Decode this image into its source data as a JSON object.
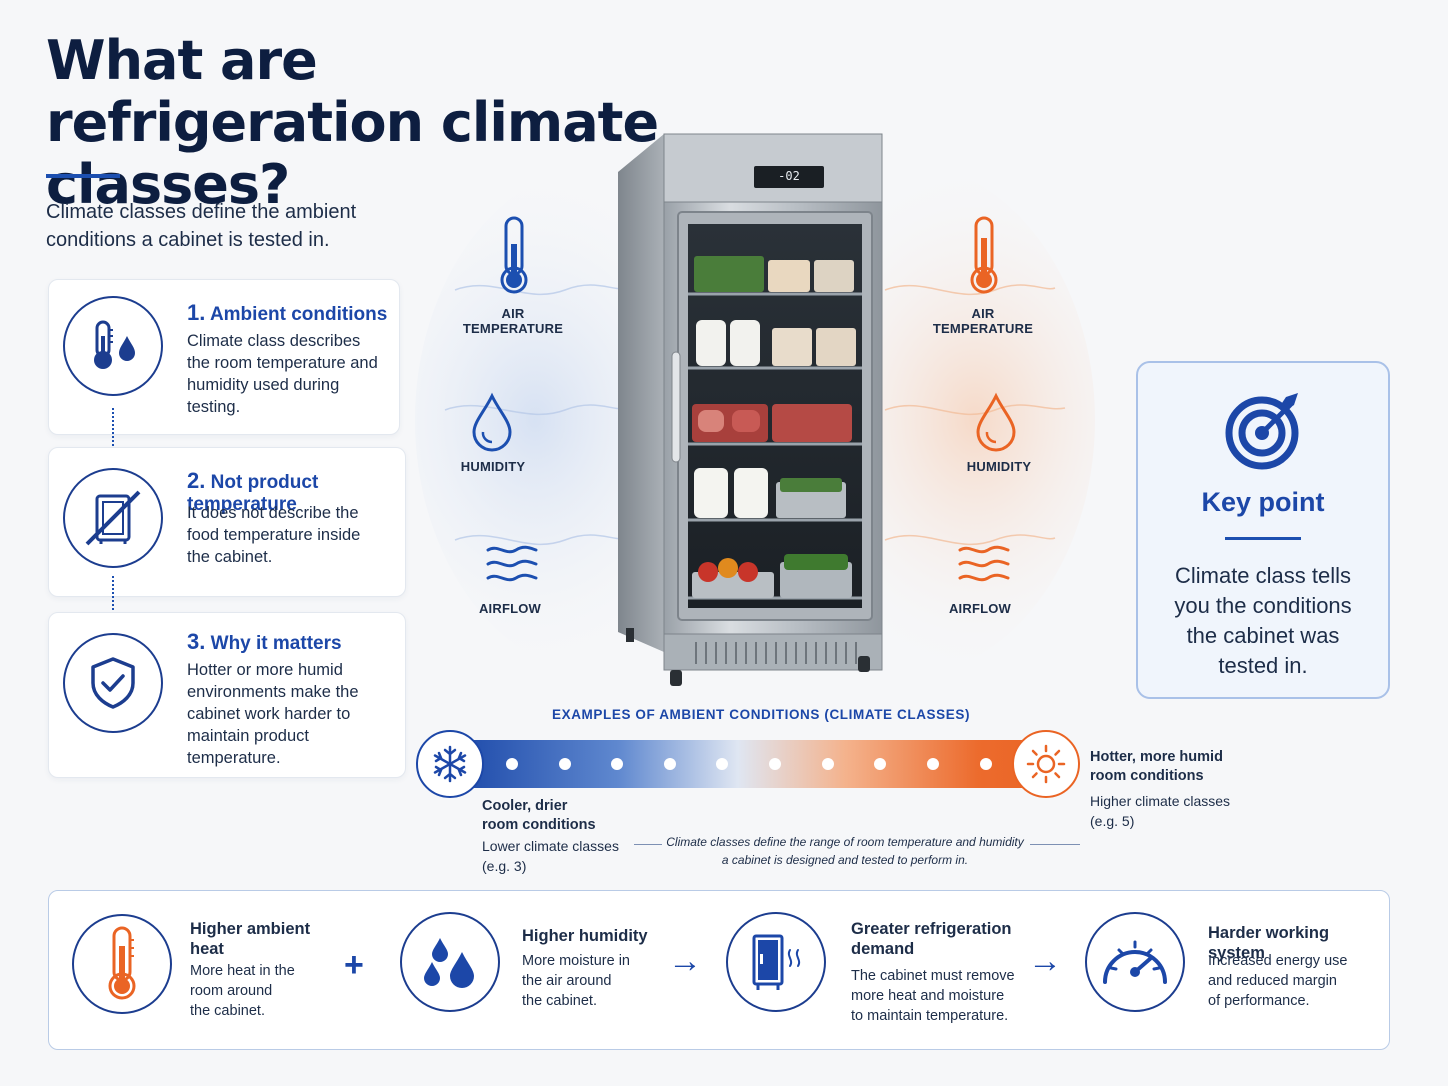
{
  "title": "What are refrigeration climate classes?",
  "intro": "Climate classes define the ambient conditions a cabinet is tested in.",
  "cards": [
    {
      "num": "1.",
      "title": "Ambient conditions",
      "text": "Climate class describes the room temperature and humidity used during testing.",
      "icon": "thermometer-droplet-icon"
    },
    {
      "num": "2.",
      "title": "Not product temperature",
      "text": "It does not describe the food temperature inside the cabinet.",
      "icon": "crossed-cabinet-icon"
    },
    {
      "num": "3.",
      "title": "Why it matters",
      "text": "Hotter or more humid environments make the cabinet work harder to maintain product temperature.",
      "icon": "shield-check-icon"
    }
  ],
  "left_labels": {
    "air": "AIR\nTEMPERATURE",
    "humidity": "HUMIDITY",
    "airflow": "AIRFLOW"
  },
  "right_labels": {
    "air": "AIR\nTEMPERATURE",
    "humidity": "HUMIDITY",
    "airflow": "AIRFLOW"
  },
  "fridge_display": "-02",
  "key_point": {
    "title": "Key point",
    "text": "Climate class tells you the conditions the cabinet was tested in."
  },
  "scale": {
    "title": "EXAMPLES OF AMBIENT CONDITIONS (CLIMATE CLASSES)",
    "left_bold": "Cooler, drier\nroom conditions",
    "left_text": "Lower climate classes\n(e.g. 3)",
    "right_bold": "Hotter, more humid\nroom conditions",
    "right_text": "Higher climate classes\n(e.g. 5)",
    "note": "Climate classes define the range of room temperature and humidity\na cabinet is designed and tested to perform in."
  },
  "bottom": [
    {
      "title": "Higher ambient\nheat",
      "text": "More heat in the\nroom around\nthe cabinet.",
      "icon": "thermometer-icon"
    },
    {
      "title": "Higher humidity",
      "text": "More moisture in\nthe air around\nthe cabinet.",
      "icon": "droplets-icon"
    },
    {
      "title": "Greater refrigeration\ndemand",
      "text": "The cabinet must remove\nmore heat and moisture\nto maintain temperature.",
      "icon": "cabinet-heat-icon"
    },
    {
      "title": "Harder working system",
      "text": "Increased energy use\nand reduced margin\nof performance.",
      "icon": "gauge-icon"
    }
  ],
  "operators": [
    "+",
    "→",
    "→"
  ],
  "colors": {
    "navy": "#0d1e40",
    "blue": "#1c47a8",
    "orange": "#ea6424"
  }
}
